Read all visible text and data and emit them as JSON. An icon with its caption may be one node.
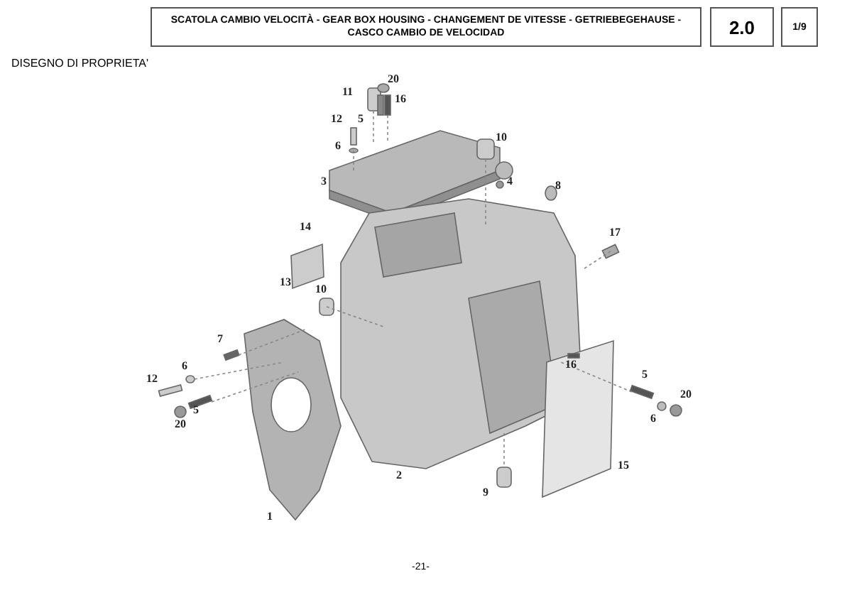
{
  "diagram": {
    "title": "SCATOLA CAMBIO VELOCITÀ - GEAR BOX HOUSING - CHANGEMENT DE VITESSE - GETRIEBEGEHAUSE - CASCO CAMBIO DE VELOCIDAD",
    "labels": [
      "2.0",
      "1/9",
      "DISEGNO DI PROPRIETA'",
      "20",
      "11",
      "16",
      "12",
      "5",
      "10",
      "6",
      "3",
      "4",
      "8",
      "14",
      "17",
      "13",
      "10",
      "7",
      "6",
      "16",
      "12",
      "5",
      "5",
      "20",
      "6",
      "20",
      "15",
      "2",
      "9",
      "1",
      "-21-"
    ]
  }
}
